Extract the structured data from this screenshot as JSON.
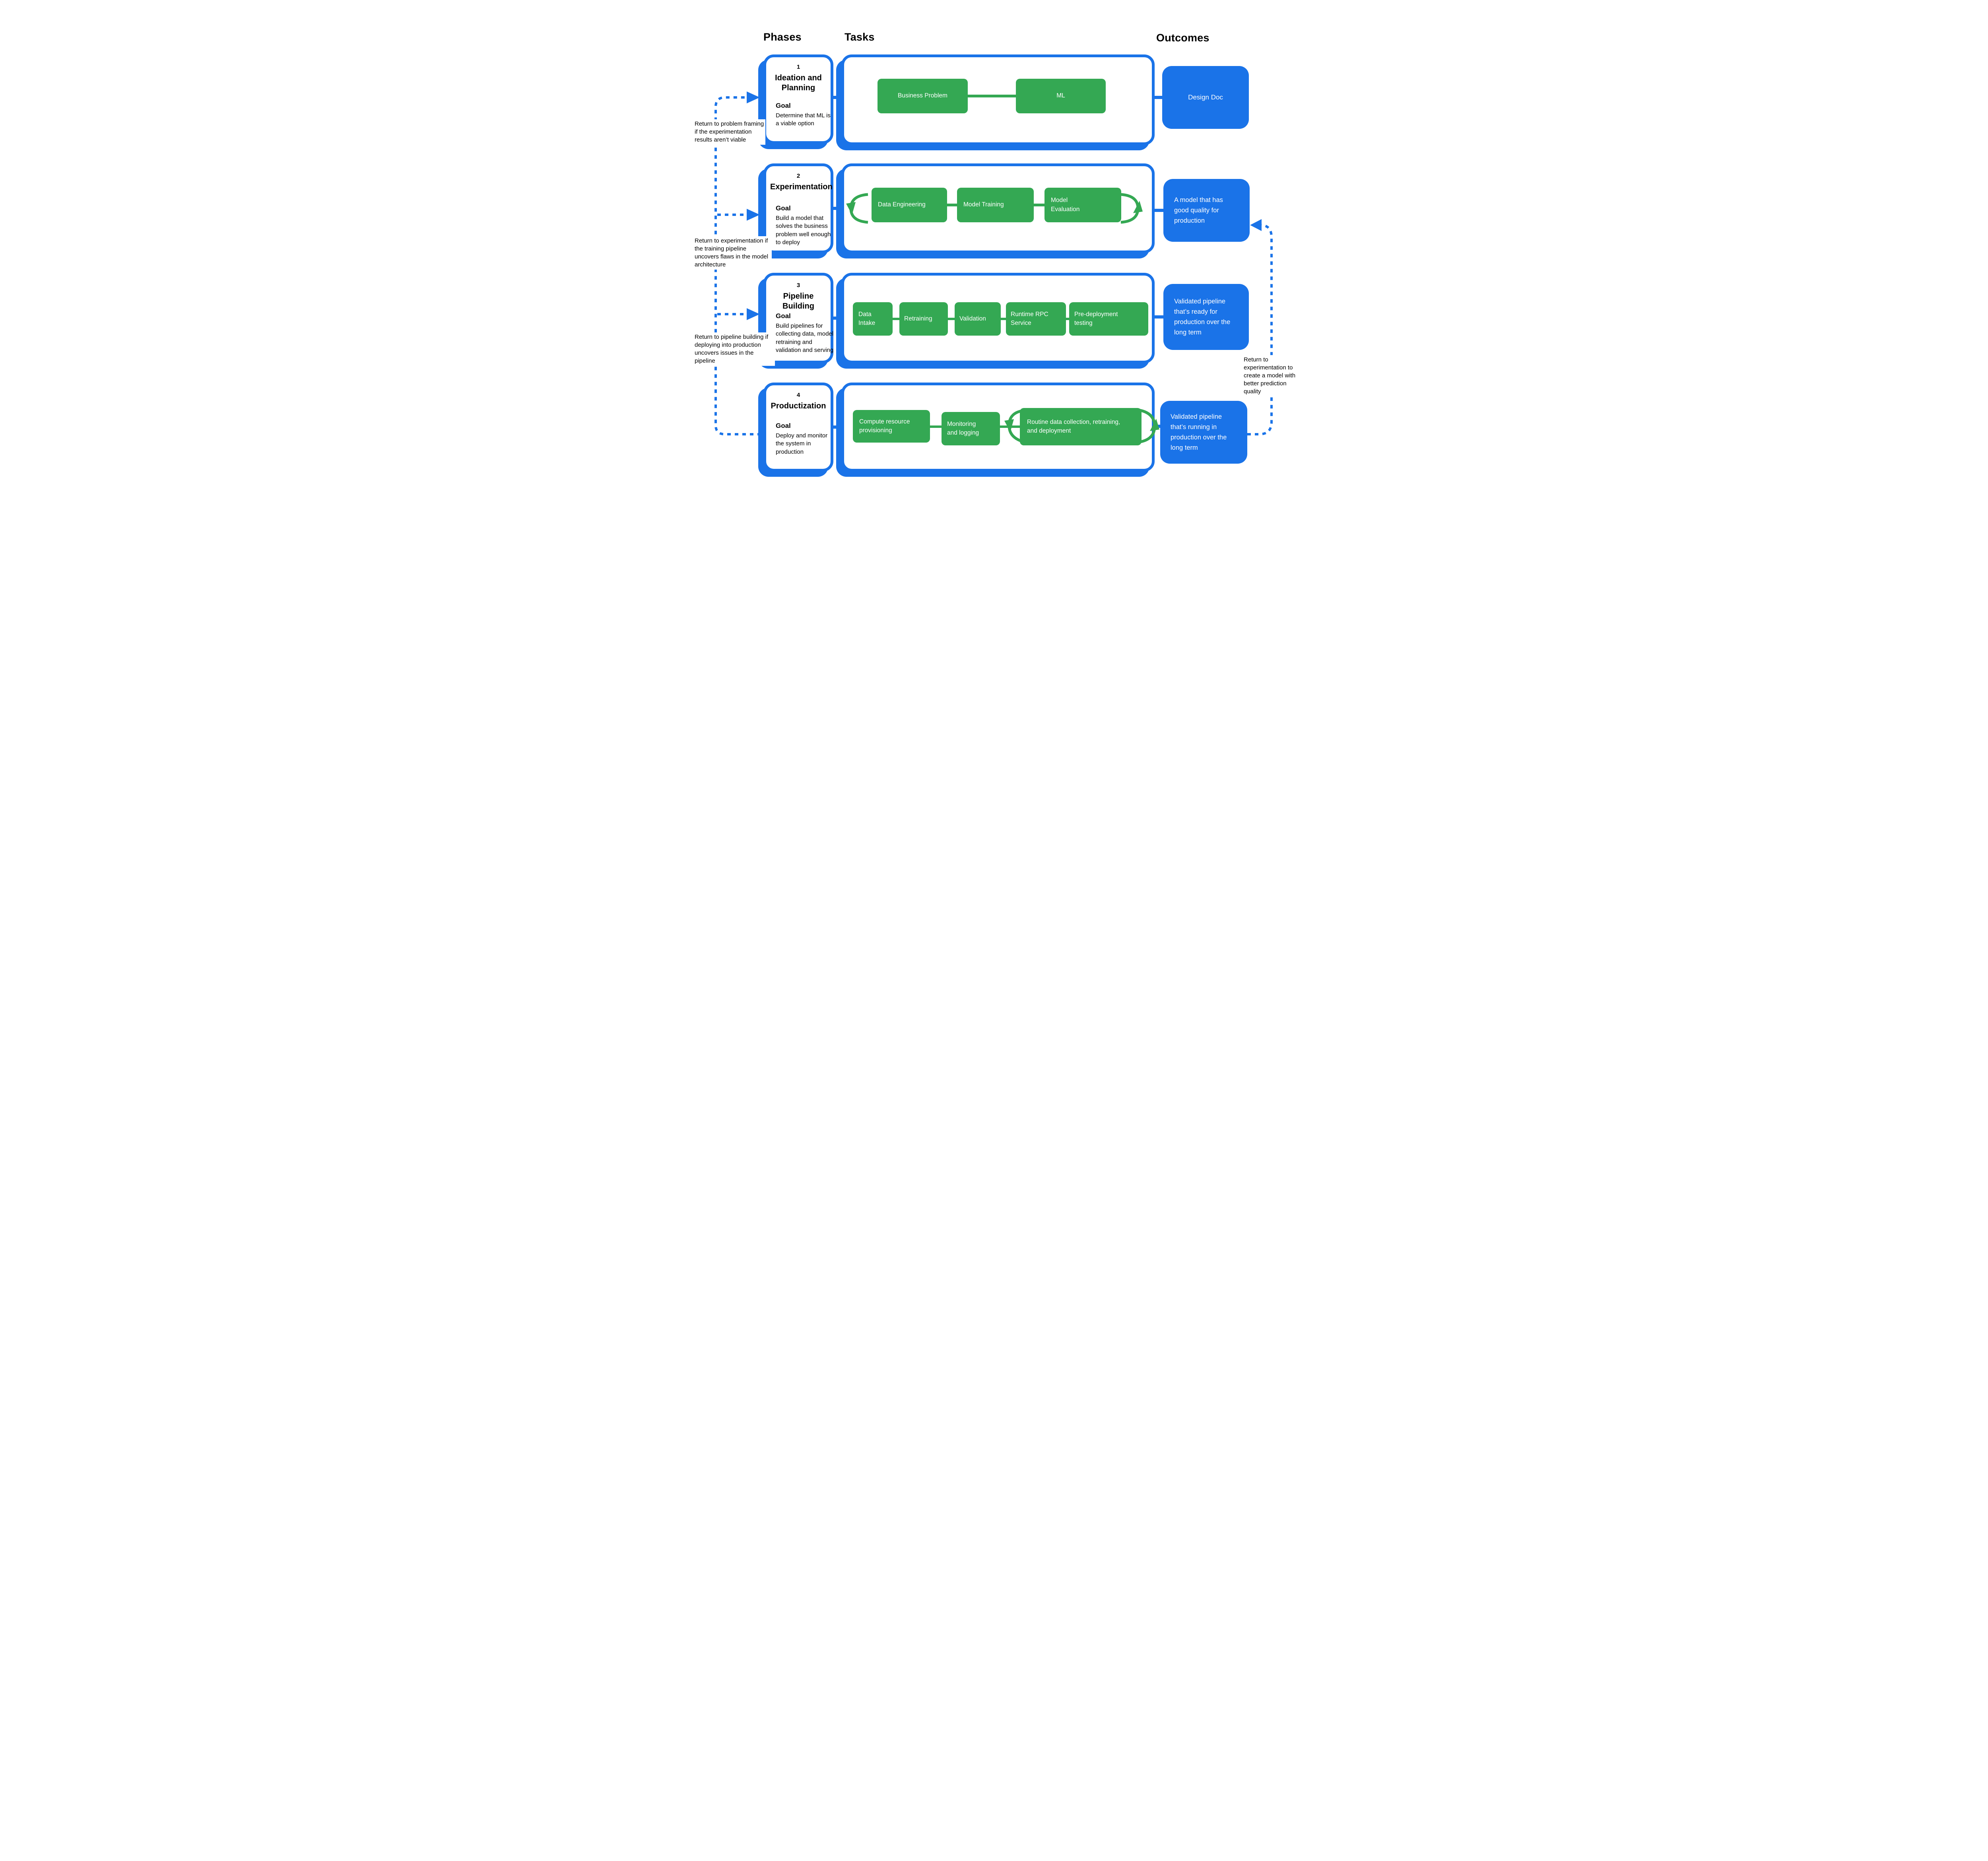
{
  "title": "ML development phases diagram",
  "colors": {
    "accent_blue": "#1A73E8",
    "accent_green": "#34A853",
    "text": "#000000"
  },
  "headers": {
    "phases": "Phases",
    "tasks": "Tasks",
    "outcomes": "Outcomes"
  },
  "phases": [
    {
      "number": "1",
      "title": "Ideation and Planning",
      "goal_label": "Goal",
      "goal": "Determine that ML is a viable option",
      "tasks": [
        "Business Problem",
        "ML"
      ],
      "outcome": "Design Doc"
    },
    {
      "number": "2",
      "title": "Experimentation",
      "goal_label": "Goal",
      "goal": "Build a model that solves the business problem well enough to deploy",
      "tasks": [
        "Data Engineering",
        "Model Training",
        "Model Evaluation"
      ],
      "outcome": "A model that has good quality for production"
    },
    {
      "number": "3",
      "title": "Pipeline Building",
      "goal_label": "Goal",
      "goal": "Build pipelines for collecting data, model retraining and validation and serving",
      "tasks": [
        "Data Intake",
        "Retraining",
        "Validation",
        "Runtime RPC Service",
        "Pre-deployment testing"
      ],
      "outcome": "Validated pipeline that’s ready for production over the long term"
    },
    {
      "number": "4",
      "title": "Productization",
      "goal_label": "Goal",
      "goal": "Deploy and monitor the system in production",
      "tasks": [
        "Compute resource provisioning",
        "Monitoring and logging",
        "Routine data collection, retraining, and deployment"
      ],
      "outcome": "Validated pipeline that’s running in production over the long term"
    }
  ],
  "annotations": {
    "left": [
      "Return to problem framing if the experimentation results aren’t viable",
      "Return to experimentation if the training pipeline uncovers flaws in the model architecture",
      "Return to pipeline building if deploying into production uncovers issues in the pipeline"
    ],
    "right": [
      "Return to experimentation to create a model with better prediction quality"
    ]
  }
}
